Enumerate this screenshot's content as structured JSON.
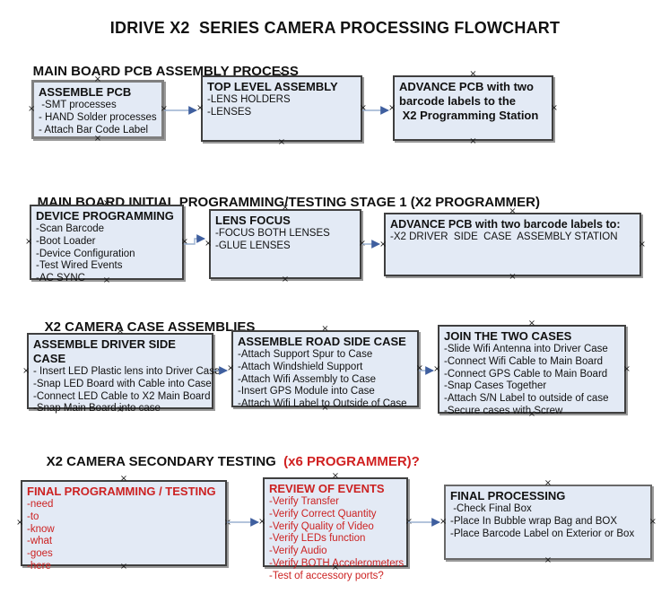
{
  "title": "IDRIVE X2  SERIES CAMERA PROCESSING FLOWCHART",
  "colors": {
    "box_fill": "#e3eaf5",
    "box_border": "#3f3f3f",
    "accent_red": "#cc2222",
    "arrow_line": "#9ab0cf",
    "arrow_head": "#3f5f9f"
  },
  "sections": [
    {
      "heading": "MAIN BOARD PCB ASSEMBLY PROCESS",
      "boxes": [
        {
          "title": "ASSEMBLE PCB",
          "items": [
            " -SMT processes",
            "- HAND Solder processes",
            "- Attach Bar Code Label"
          ]
        },
        {
          "title": "TOP LEVEL ASSEMBLY",
          "items": [
            "-LENS HOLDERS",
            "-LENSES"
          ]
        },
        {
          "title": "ADVANCE PCB with two\nbarcode labels to the\n X2 Programming Station",
          "items": []
        }
      ]
    },
    {
      "heading": "MAIN BOARD INITIAL PROGRAMMING/TESTING STAGE 1 (X2 PROGRAMMER)",
      "boxes": [
        {
          "title": "DEVICE PROGRAMMING",
          "items": [
            "-Scan Barcode",
            "-Boot Loader",
            "-Device Configuration",
            "-Test Wired Events",
            "-AC SYNC"
          ]
        },
        {
          "title": "LENS FOCUS",
          "items": [
            "-FOCUS BOTH LENSES",
            "-GLUE LENSES"
          ]
        },
        {
          "title": "ADVANCE PCB with two barcode labels to:",
          "items": [
            "-X2 DRIVER  SIDE  CASE  ASSEMBLY STATION"
          ]
        }
      ]
    },
    {
      "heading": "X2 CAMERA CASE ASSEMBLIES",
      "boxes": [
        {
          "title": "ASSEMBLE DRIVER SIDE CASE",
          "items": [
            "- Insert LED Plastic lens into Driver Case",
            "-Snap LED Board with Cable into Case",
            "-Connect LED Cable to X2 Main Board",
            "-Snap Main Board into case"
          ]
        },
        {
          "title": "ASSEMBLE ROAD SIDE CASE",
          "items": [
            "-Attach Support Spur to Case",
            "-Attach Windshield Support",
            "-Attach Wifi Assembly to Case",
            "-Insert GPS Module into Case",
            "-Attach Wifi Label to Outside of Case"
          ]
        },
        {
          "title": "JOIN THE TWO CASES",
          "items": [
            "-Slide Wifi Antenna into Driver Case",
            "-Connect Wifi Cable to Main Board",
            "-Connect GPS Cable to Main Board",
            "-Snap Cases Together",
            "-Attach S/N Label to outside of case",
            "-Secure cases with Screw"
          ]
        }
      ]
    },
    {
      "heading": "X2 CAMERA SECONDARY TESTING  ",
      "heading_red": "(x6 PROGRAMMER)?",
      "boxes": [
        {
          "title": "FINAL PROGRAMMING / TESTING",
          "items": [
            "-need",
            "-to",
            "-know",
            "-what",
            "-goes",
            "-here"
          ]
        },
        {
          "title": "REVIEW OF EVENTS",
          "items": [
            "-Verify Transfer",
            "-Verify Correct Quantity",
            "-Verify Quality of Video",
            "-Verify LEDs function",
            "-Verify Audio",
            "-Verify BOTH Accelerometers",
            "-Test of accessory ports?"
          ]
        },
        {
          "title": "FINAL PROCESSING",
          "items": [
            " -Check Final Box",
            "-Place In Bubble wrap Bag and BOX",
            "-Place Barcode Label on Exterior or Box"
          ]
        }
      ]
    }
  ]
}
